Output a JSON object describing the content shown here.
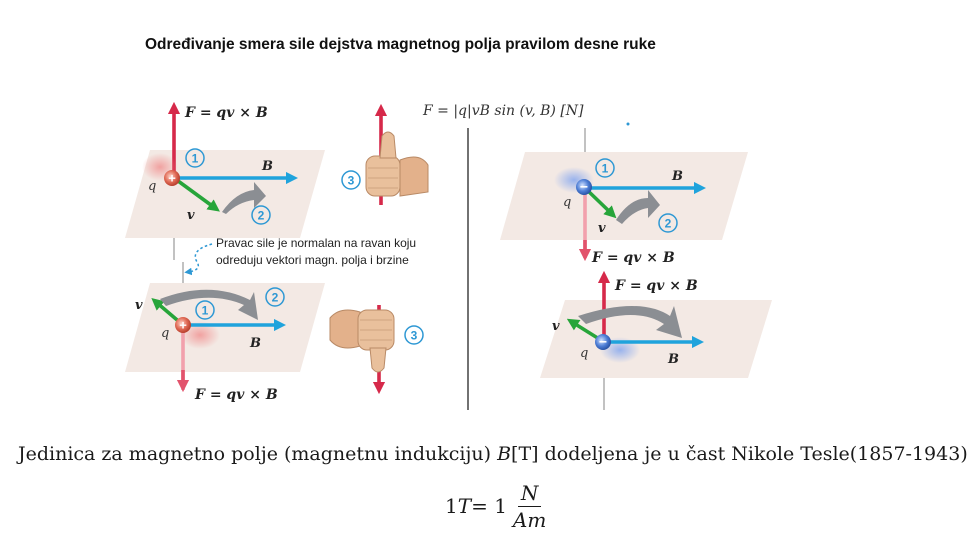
{
  "title": "Određivanje smera sile dejstva magnetnog polja  pravilom desne ruke",
  "force_formula": "F = |q|vB sin (v, B)   [N]",
  "note_line1": "Pravac sile je normalan na ravan  koju",
  "note_line2": "odreduju vektori magn.  polja i brzine",
  "labels": {
    "force_eq": "F = qv × B",
    "B": "B",
    "v": "v",
    "q": "q",
    "plus": "+",
    "minus": "−",
    "step1": "1",
    "step2": "2",
    "step3": "3"
  },
  "footer": {
    "text_before": "Jedinica za magnetno polje (magnetnu indukciju) ",
    "symbol": "B",
    "unit": "[T]",
    "text_after": " dodeljena je u čast Nikole Tesle(1857-1943)"
  },
  "unit_formula": {
    "lhs_number": "1",
    "lhs_unit": "T",
    "equals": " = 1",
    "numerator": "N",
    "denominator": "Am"
  },
  "colors": {
    "force_arrow": "#d6294a",
    "force_arrow_faded": "#f2a0ac",
    "field_arrow": "#1fa3dc",
    "velocity_arrow": "#27a53a",
    "rotation_arrow": "#8b8e93",
    "plane": "#f3e9e4",
    "positive_charge": "#e06a55",
    "negative_charge": "#4f7fd6",
    "step_circle": "#2e98d4"
  },
  "icons": [
    "thumbs-up-hand-icon",
    "thumbs-down-hand-icon"
  ]
}
